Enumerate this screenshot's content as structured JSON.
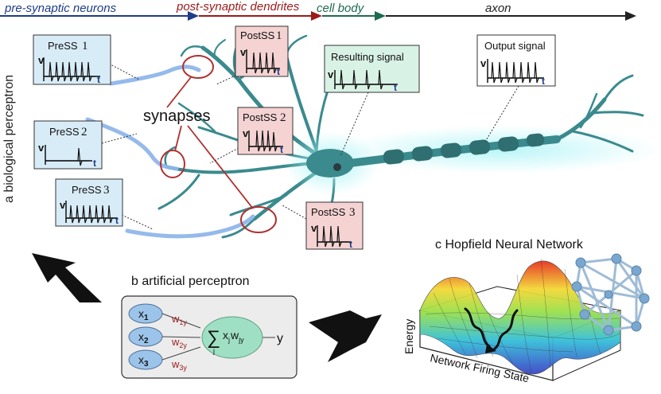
{
  "header": {
    "pre": "pre-synaptic neurons",
    "post": "post-synaptic dendrites",
    "body": "cell body",
    "axon": "axon"
  },
  "side_label": "a biological perceptron",
  "signals": {
    "press1": {
      "name": "PreSS",
      "num": "1"
    },
    "press2": {
      "name": "PreSS",
      "num": "2"
    },
    "press3": {
      "name": "PreSS",
      "num": "3"
    },
    "postss1": {
      "name": "PostSS",
      "num": "1"
    },
    "postss2": {
      "name": "PostSS",
      "num": "2"
    },
    "postss3": {
      "name": "PostSS",
      "num": "3"
    },
    "resulting": "Resulting signal",
    "output": "Output signal",
    "axis_v": "v",
    "axis_t": "t"
  },
  "synapses_label": "synapses",
  "artificial": {
    "title": "b  artificial perceptron",
    "inputs": [
      {
        "x": "x",
        "sub": "1",
        "w": "w",
        "wsub": "1y"
      },
      {
        "x": "x",
        "sub": "2",
        "w": "w",
        "wsub": "2y"
      },
      {
        "x": "x",
        "sub": "3",
        "w": "w",
        "wsub": "3y"
      }
    ],
    "sum_symbol": "∑",
    "sum_index": "j",
    "sum_x": "x",
    "sum_xsub": "j",
    "sum_w": "w",
    "sum_wsub": "jy",
    "output": "y"
  },
  "hopfield": {
    "title": "c  Hopfield Neural Network",
    "ylabel": "Energy",
    "xlabel": "Network Firing State"
  },
  "colors": {
    "pre": "#1f3c8a",
    "post": "#9b1b1b",
    "body": "#1e6b4f",
    "axon": "#222222",
    "neuron": "#3a8a8e",
    "dendrite_blue": "#8fb6ea",
    "pre_box": "#d8ecf8",
    "post_box": "#f5d3d3",
    "result_box": "#d9f2e6",
    "synapse_ring": "#b03030"
  }
}
